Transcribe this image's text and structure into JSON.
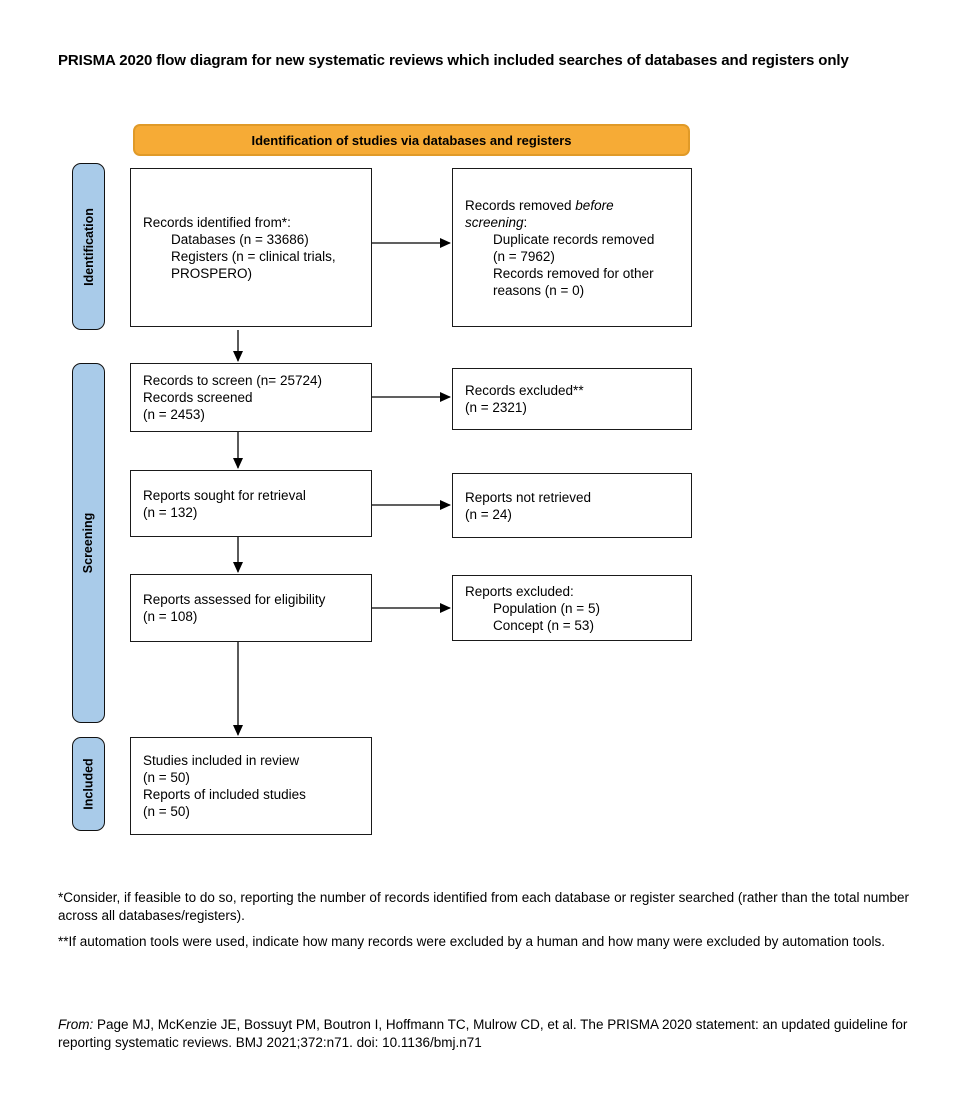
{
  "page": {
    "title": "PRISMA 2020 flow diagram for new systematic reviews which included searches of databases and registers only"
  },
  "colors": {
    "banner_fill": "#F6AB36",
    "banner_border": "#E09A28",
    "sidebar_fill": "#A9CBE9",
    "box_border": "#1A1A1A"
  },
  "banner": {
    "label": "Identification of studies via databases and registers"
  },
  "sidebars": {
    "identification": "Identification",
    "screening": "Screening",
    "included": "Included"
  },
  "boxes": {
    "records_identified": {
      "lines": [
        "Records identified from*:",
        "Databases (n = 33686)",
        "Registers (n = clinical trials,",
        "PROSPERO)"
      ]
    },
    "records_removed": {
      "line1_normal": "Records removed ",
      "line1_italic": "before",
      "line2_italic": "screening",
      "line2_normal": ":",
      "lines": [
        "Duplicate records removed",
        "(n = 7962)",
        "Records removed for other",
        "reasons (n = 0)"
      ]
    },
    "records_screened": {
      "lines": [
        "Records to screen (n= 25724)",
        "Records screened",
        "(n = 2453)"
      ]
    },
    "records_excluded": {
      "lines": [
        "Records excluded**",
        "(n = 2321)"
      ]
    },
    "reports_sought": {
      "lines": [
        "Reports sought for retrieval",
        "(n = 132)"
      ]
    },
    "reports_not_retrieved": {
      "lines": [
        "Reports not retrieved",
        "(n = 24)"
      ]
    },
    "reports_assessed": {
      "lines": [
        "Reports assessed for eligibility",
        "(n = 108)"
      ]
    },
    "reports_excluded": {
      "lines": [
        "Reports excluded:",
        "Population (n = 5)",
        "Concept (n = 53)"
      ]
    },
    "studies_included": {
      "lines": [
        "Studies included in review",
        "(n = 50)",
        "Reports of included studies",
        "(n = 50)"
      ]
    }
  },
  "footnotes": {
    "note1": "*Consider, if feasible to do so, reporting the number of records identified from each database or register searched (rather than the total number across all databases/registers).",
    "note2": "**If automation tools were used, indicate how many records were excluded by a human and how many were excluded by automation tools."
  },
  "citation": {
    "from_label": "From:",
    "text": "  Page MJ, McKenzie JE, Bossuyt PM, Boutron I, Hoffmann TC, Mulrow CD, et al. The PRISMA 2020 statement: an updated guideline for reporting systematic reviews. BMJ 2021;372:n71. doi: 10.1136/bmj.n71"
  }
}
